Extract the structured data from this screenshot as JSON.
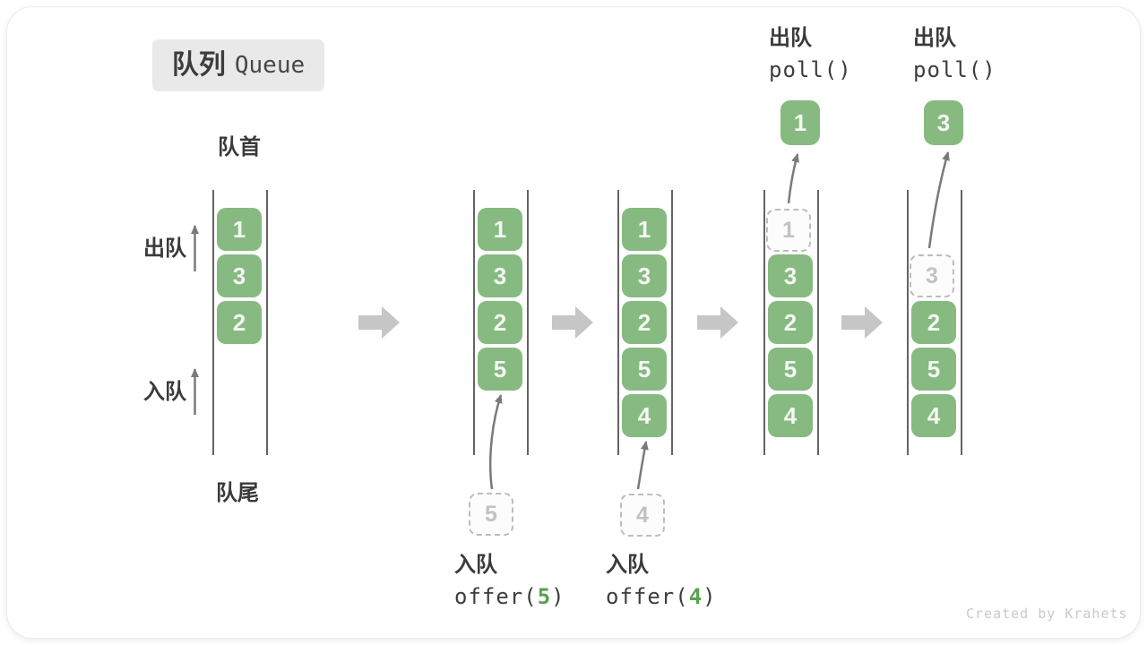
{
  "title": {
    "zh": "队列",
    "en": "Queue"
  },
  "labels": {
    "front": "队首",
    "rear": "队尾",
    "side_dequeue": "出队",
    "side_enqueue": "入队"
  },
  "columns": [
    {
      "values": [
        "1",
        "3",
        "2"
      ]
    },
    {
      "values": [
        "1",
        "3",
        "2",
        "5"
      ],
      "pending": "5"
    },
    {
      "values": [
        "1",
        "3",
        "2",
        "5",
        "4"
      ],
      "pending": "4"
    },
    {
      "removed": "1",
      "values": [
        "3",
        "2",
        "5",
        "4"
      ]
    },
    {
      "removed": "3",
      "values": [
        "2",
        "5",
        "4"
      ]
    }
  ],
  "enqueue_ops": [
    {
      "label": "入队",
      "fn_open": "offer(",
      "arg": "5",
      "fn_close": ")"
    },
    {
      "label": "入队",
      "fn_open": "offer(",
      "arg": "4",
      "fn_close": ")"
    }
  ],
  "dequeue_ops": [
    {
      "label": "出队",
      "fn": "poll()",
      "result": "1"
    },
    {
      "label": "出队",
      "fn": "poll()",
      "result": "3"
    }
  ],
  "watermark": "Created by Krahets",
  "colors": {
    "item_green": "#86ba81",
    "code_arg_green": "#5aa052",
    "block_arrow_gray": "#c6c6c6",
    "thin_arrow_gray": "#7a7a7a",
    "wall_gray": "#646464",
    "ghost_border_gray": "#bdbdbd"
  }
}
